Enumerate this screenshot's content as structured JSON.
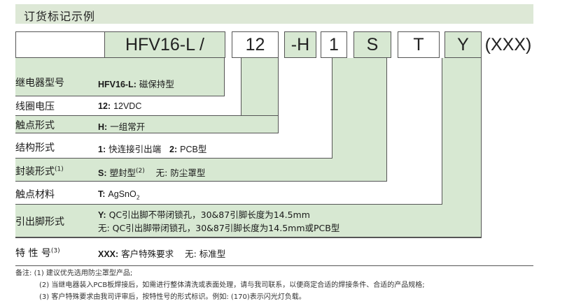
{
  "title": "订货标记示例",
  "code": {
    "model": "HFV16-L /",
    "coil": "12",
    "contact": "-H",
    "structure": "1",
    "seal": "S",
    "material": "T",
    "terminal": "Y",
    "special": "(XXX)"
  },
  "rows": [
    {
      "label": "继电器型号",
      "key": "HFV16-L:",
      "text": "磁保持型"
    },
    {
      "label": "线圈电压",
      "key": "12:",
      "text": "12VDC"
    },
    {
      "label": "触点形式",
      "key": "H:",
      "text": "一组常开"
    },
    {
      "label": "结构形式",
      "key": "1:",
      "text": "快连接引出端",
      "key2": "2:",
      "text2": "PCB型"
    },
    {
      "label": "封装形式",
      "label_sup": "(1)",
      "key": "S:",
      "text": "塑封型",
      "text_sup": "(2)",
      "text2": "无: 防尘罩型"
    },
    {
      "label": "触点材料",
      "key": "T:",
      "text": "AgSnO",
      "text_sub": "2"
    },
    {
      "label": "引出脚形式",
      "key": "Y:",
      "text": "QC引出脚不带闭锁孔，30&87引脚长度为14.5mm",
      "line2": "无: QC引出脚带闭锁孔，30&87引脚长度为14.5mm或PCB型"
    },
    {
      "label": "特 性 号",
      "label_sup": "(3)",
      "key": "XXX:",
      "text": "客户特殊要求",
      "text2": "无: 标准型"
    }
  ],
  "notes": {
    "prefix": "备注:",
    "n1": "(1) 建议优先选用防尘罩型产品;",
    "n2": "(2) 当继电器装入PCB板焊接后，如需进行整体清洗或表面处理，请与我司联系，以便商定合适的焊接条件、合适的产品规格;",
    "n3": "(3) 客户特殊要求由我司评审后，按特性号的形式标识。例如: (170)表示闪光灯负载。"
  },
  "colors": {
    "green_fill": "#d7e8d2",
    "title_fill": "#dde8d6",
    "border": "#555555"
  }
}
